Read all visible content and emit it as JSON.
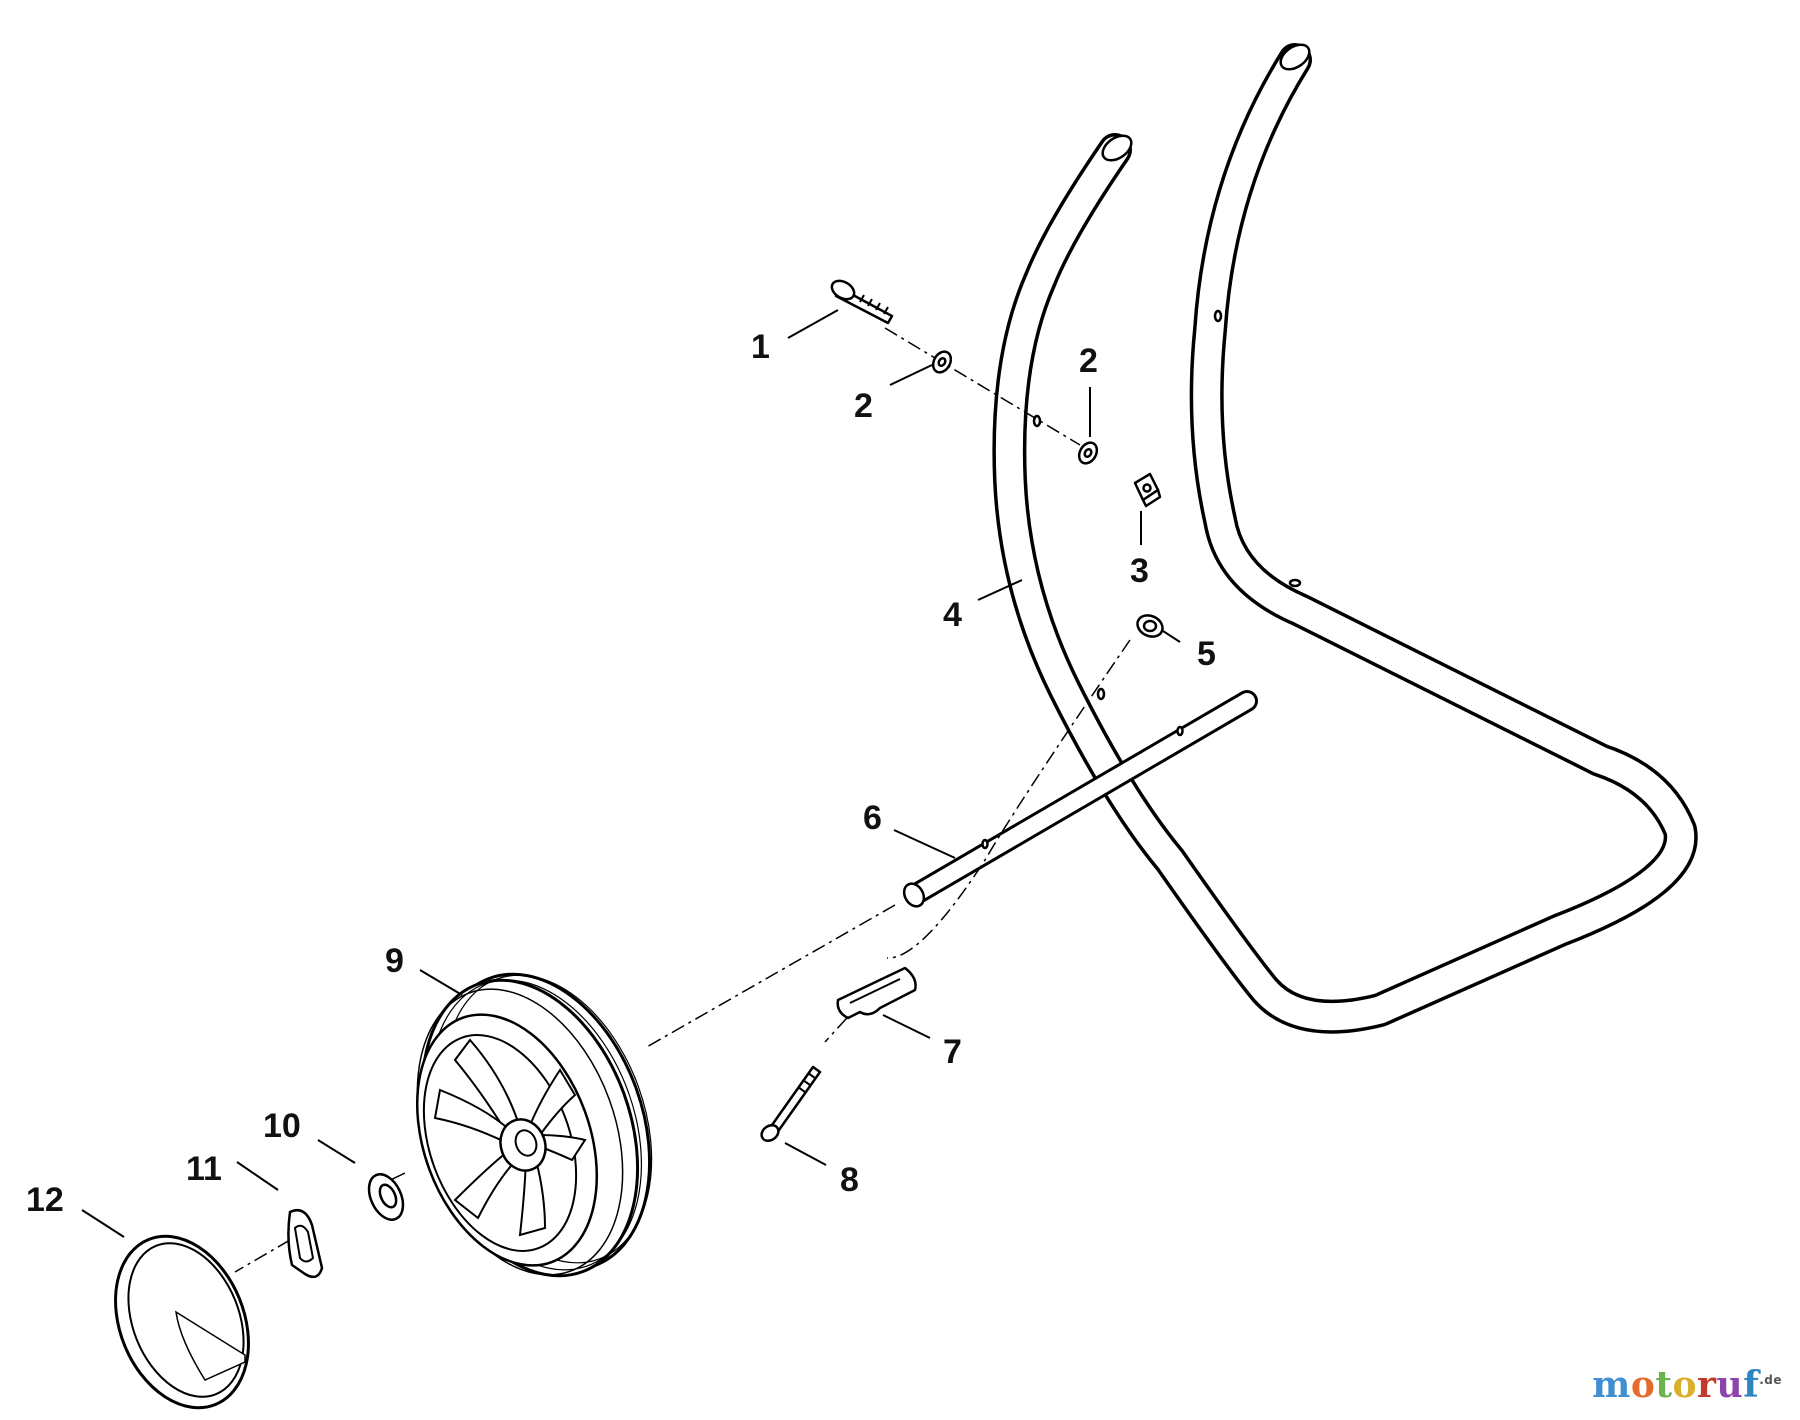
{
  "diagram": {
    "callouts": [
      {
        "id": "c1",
        "label": "1"
      },
      {
        "id": "c2a",
        "label": "2"
      },
      {
        "id": "c2b",
        "label": "2"
      },
      {
        "id": "c3",
        "label": "3"
      },
      {
        "id": "c4",
        "label": "4"
      },
      {
        "id": "c5",
        "label": "5"
      },
      {
        "id": "c6",
        "label": "6"
      },
      {
        "id": "c7",
        "label": "7"
      },
      {
        "id": "c8",
        "label": "8"
      },
      {
        "id": "c9",
        "label": "9"
      },
      {
        "id": "c10",
        "label": "10"
      },
      {
        "id": "c11",
        "label": "11"
      },
      {
        "id": "c12",
        "label": "12"
      }
    ]
  },
  "watermark": {
    "text": "motoruf",
    "suffix": ".de"
  }
}
